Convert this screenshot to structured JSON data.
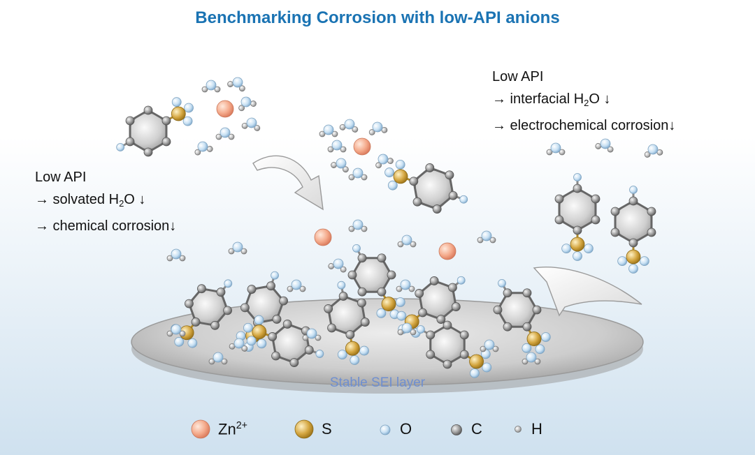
{
  "title": "Benchmarking Corrosion with low-API anions",
  "left_note": {
    "heading": "Low API",
    "line1_prefix": "→ solvated H",
    "line1_sub": "2",
    "line1_suffix": "O ↓",
    "line2": "→ chemical corrosion↓"
  },
  "right_note": {
    "heading": "Low API",
    "line1_prefix": "→ interfacial H",
    "line1_sub": "2",
    "line1_suffix": "O ↓",
    "line2": "→ electrochemical corrosion↓"
  },
  "sei_label": "Stable SEI layer",
  "legend": {
    "zn": {
      "label": "Zn",
      "sup": "2+"
    },
    "s": {
      "label": "S"
    },
    "o": {
      "label": "O"
    },
    "c": {
      "label": "C"
    },
    "h": {
      "label": "H"
    }
  },
  "colors": {
    "title": "#1a73b3",
    "zn": "#f0a07e",
    "s": "#c99a2e",
    "o": "#b9d6ee",
    "c": "#8c8c8c",
    "h": "#9a9a9a",
    "ring": "#c9c9c9",
    "sei": "#c4c4c4",
    "arrow": "#e4e4e4"
  }
}
